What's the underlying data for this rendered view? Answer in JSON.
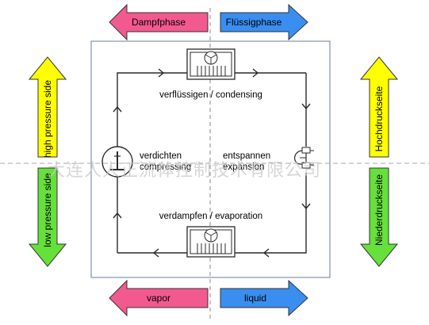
{
  "top_arrows": {
    "left": "Dampfphase",
    "right": "Flüssigphase"
  },
  "bottom_arrows": {
    "left": "vapor",
    "right": "liquid"
  },
  "side_arrows": {
    "left_up": "high pressure side",
    "left_down": "low pressure side",
    "right_up": "Hochdruckseite",
    "right_down": "Niederdruckseite"
  },
  "labels": {
    "condensing": "verflüssigen / condensing",
    "compressing_de": "verdichten",
    "compressing_en": "compressing",
    "expansion_de": "entspannen",
    "expansion_en": "expansion",
    "evaporation": "verdampfen / evaporation"
  },
  "watermark": "大连人人正流体控制技术有限公司",
  "colors": {
    "pink": "#f25a8f",
    "blue": "#3a8ef0",
    "yellow": "#ffff00",
    "green": "#66e03a",
    "box_border": "#7f93a6"
  },
  "icons": [
    "fan-icon",
    "compressor-icon",
    "expansion-valve-icon"
  ]
}
